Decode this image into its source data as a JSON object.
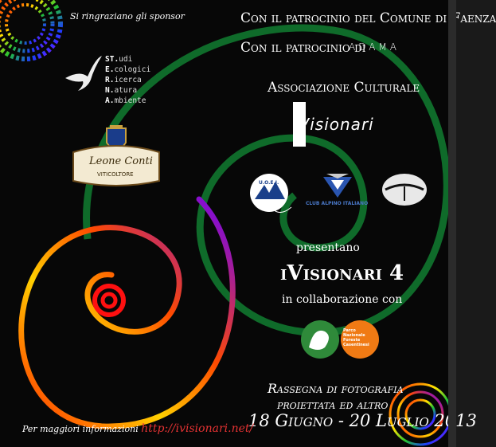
{
  "sponsors": {
    "thanks": "Si ringraziano gli sponsor",
    "stera_lines": [
      {
        "bold": "ST.",
        "rest": "udi"
      },
      {
        "bold": "E.",
        "rest": "cologici"
      },
      {
        "bold": "R.",
        "rest": "icerca"
      },
      {
        "bold": "N.",
        "rest": "atura"
      },
      {
        "bold": "A.",
        "rest": "mbiente"
      }
    ],
    "leone_conti_name": "Leone Conti",
    "leone_conti_sub": "VITICOLTORE"
  },
  "patronage": {
    "line1": "Con il patrocinio del Comune di Faenza",
    "line2": "Con il patrocinio di",
    "adama": "ADAMA"
  },
  "association": {
    "title": "Associazione Culturale",
    "logo_text": "iVisionari"
  },
  "partners": {
    "ueoi": "U.O.E.I.",
    "cai": "CLUB ALPINO ITALIANO",
    "parco": "Parco Nazionale Foreste Casentinesi"
  },
  "main": {
    "presentano": "presentano",
    "title": "iVisionari 4",
    "collab": "in collaborazione con"
  },
  "event": {
    "line1": "Rassegna di fotografia",
    "line2": "proiettata ed altro",
    "dates": "18 Giugno - 20 Luglio 2013"
  },
  "info": {
    "label": "Per maggiori informazioni",
    "url": "http://ivisionari.net/"
  },
  "colors": {
    "background": "#070707",
    "spiral_green": "#0f6b2a",
    "link_red": "#e63333"
  }
}
